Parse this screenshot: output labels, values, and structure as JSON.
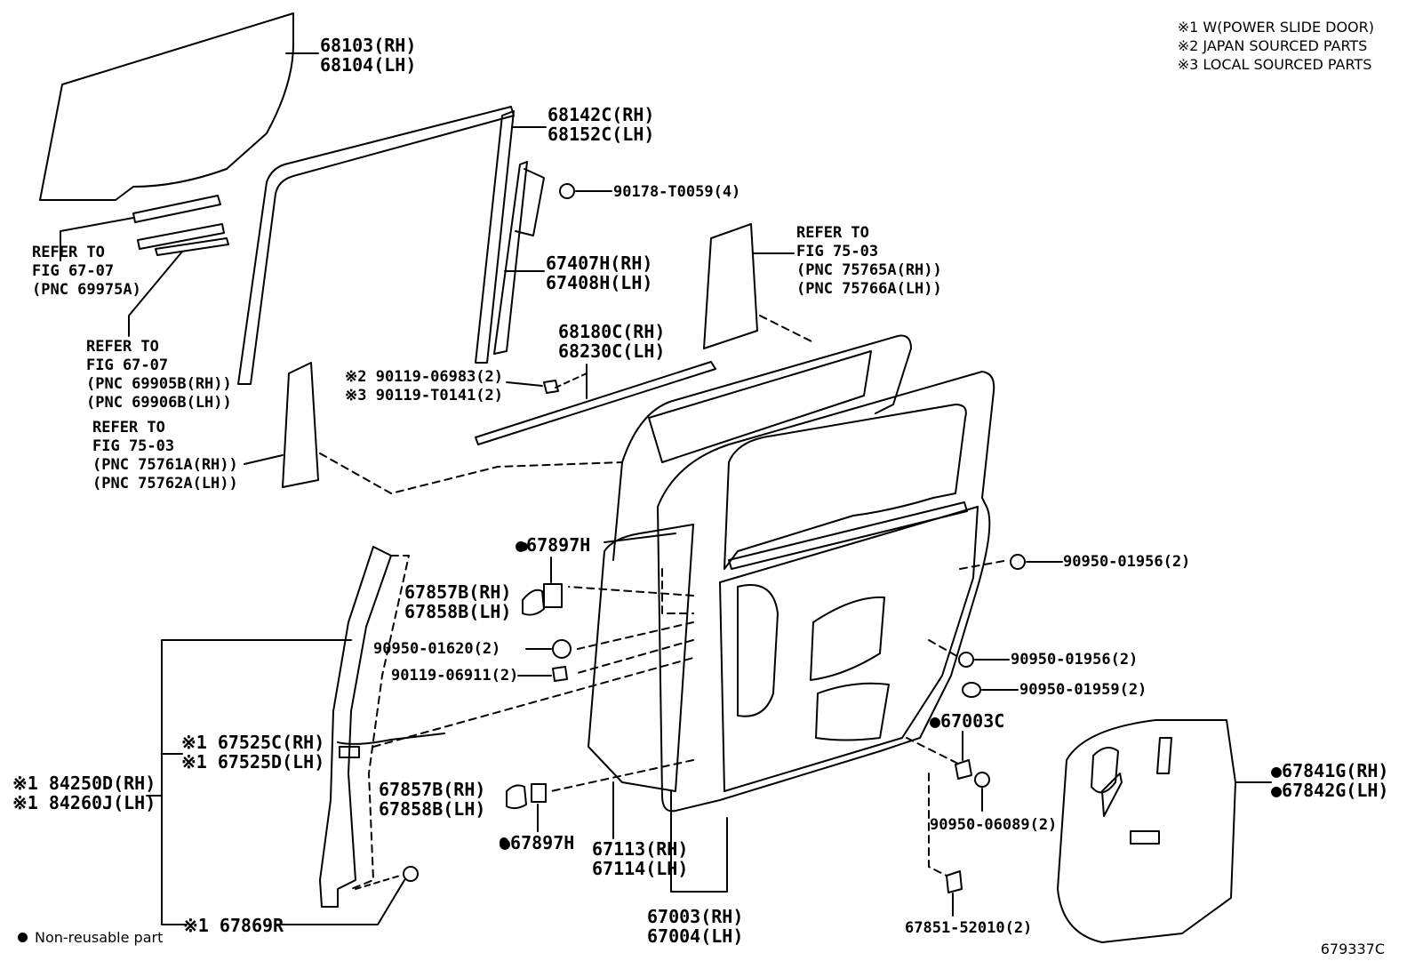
{
  "notes": [
    "※1 W(POWER SLIDE DOOR)",
    "※2 JAPAN SOURCED PARTS",
    "※3 LOCAL SOURCED PARTS"
  ],
  "legend": {
    "symbol": "●",
    "text": "Non-reusable part"
  },
  "figure_id": "679337C",
  "callouts": {
    "glass": [
      "68103(RH)",
      "68104(LH)"
    ],
    "run_channel": [
      "68142C(RH)",
      "68152C(LH)"
    ],
    "screw_t0059": "90178-T0059(4)",
    "division_bar": [
      "67407H(RH)",
      "67408H(LH)"
    ],
    "refer_75_03_top": [
      "REFER TO",
      "FIG 75-03",
      "(PNC 75765A(RH))",
      "(PNC 75766A(LH))"
    ],
    "refer_67_07_a": [
      "REFER TO",
      "FIG 67-07",
      "(PNC 69975A)"
    ],
    "refer_67_07_b": [
      "REFER TO",
      "FIG 67-07",
      "(PNC 69905B(RH))",
      "(PNC 69906B(LH))"
    ],
    "refer_75_03_left": [
      "REFER TO",
      "FIG 75-03",
      "(PNC 75761A(RH))",
      "(PNC 75762A(LH))"
    ],
    "weatherstrip": [
      "68180C(RH)",
      "68230C(LH)"
    ],
    "bolts_japan_local": [
      "※2 90119-06983(2)",
      "※3 90119-T0141(2)"
    ],
    "clip_67897h_top": "●67897H",
    "cover_upper": [
      "67857B(RH)",
      "67858B(LH)"
    ],
    "plug_01620": "90950-01620(2)",
    "bolt_06911": "90119-06911(2)",
    "wire_harness": [
      "※1 67525C(RH)",
      "※1 67525D(LH)"
    ],
    "power_door_unit": [
      "※1 84250D(RH)",
      "※1 84260J(LH)"
    ],
    "cover_lower": [
      "67857B(RH)",
      "67858B(LH)"
    ],
    "clip_67897h_bottom": "●67897H",
    "protector_67869r": "※1 67869R",
    "door_panel_outer": [
      "67113(RH)",
      "67114(LH)"
    ],
    "door_assy": [
      "67003(RH)",
      "67004(LH)"
    ],
    "plug_01956_a": "90950-01956(2)",
    "plug_01956_b": "90950-01956(2)",
    "plug_01959": "90950-01959(2)",
    "plug_67003c": "●67003C",
    "plug_06089": "90950-06089(2)",
    "clip_52010": "67851-52010(2)",
    "service_cover": [
      "●67841G(RH)",
      "●67842G(LH)"
    ]
  }
}
